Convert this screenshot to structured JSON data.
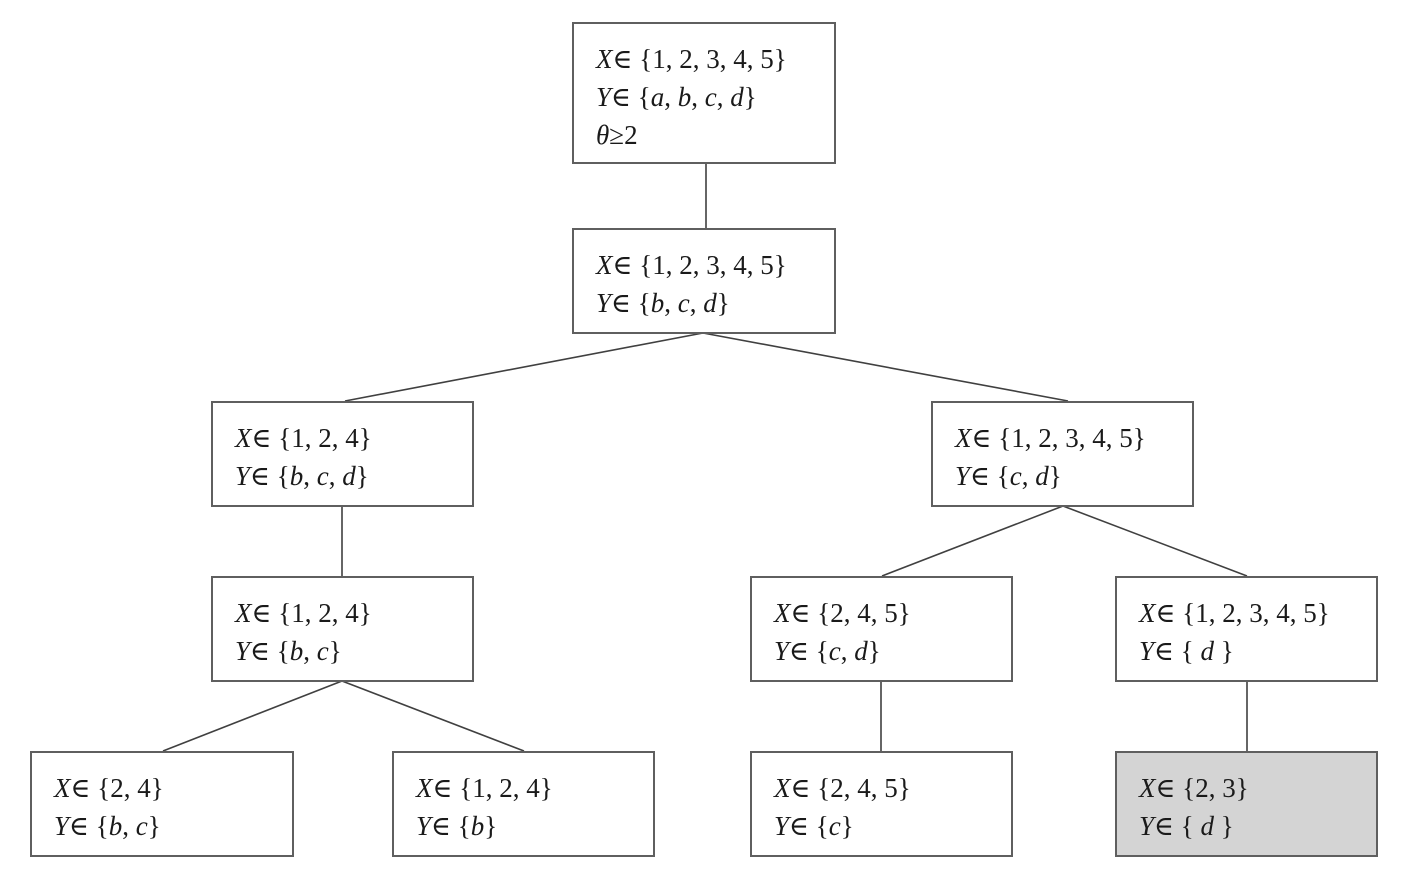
{
  "diagram": {
    "type": "tree",
    "nodes": [
      {
        "id": "n1",
        "lines": [
          "X∈ {1, 2, 3, 4, 5}",
          "Y∈ {a, b, c, d}",
          "θ≥2"
        ],
        "shaded": false
      },
      {
        "id": "n2",
        "lines": [
          "X∈ {1, 2, 3, 4, 5}",
          "Y∈ {b, c, d}"
        ],
        "shaded": false
      },
      {
        "id": "n3",
        "lines": [
          "X∈ {1, 2, 4}",
          "Y∈ {b, c, d}"
        ],
        "shaded": false
      },
      {
        "id": "n4",
        "lines": [
          "X∈ {1, 2, 3, 4, 5}",
          "Y∈ {c, d}"
        ],
        "shaded": false
      },
      {
        "id": "n5",
        "lines": [
          "X∈ {1, 2, 4}",
          "Y∈ {b, c}"
        ],
        "shaded": false
      },
      {
        "id": "n6",
        "lines": [
          "X∈ {2, 4, 5}",
          "Y∈ {c, d}"
        ],
        "shaded": false
      },
      {
        "id": "n7",
        "lines": [
          "X∈ {1, 2, 3, 4, 5}",
          "Y∈ { d }"
        ],
        "shaded": false
      },
      {
        "id": "n8",
        "lines": [
          "X∈ {2, 4}",
          "Y∈ {b, c}"
        ],
        "shaded": false
      },
      {
        "id": "n9",
        "lines": [
          "X∈ {1, 2, 4}",
          "Y∈ {b}"
        ],
        "shaded": false
      },
      {
        "id": "n10",
        "lines": [
          "X∈ {2, 4, 5}",
          "Y∈ {c}"
        ],
        "shaded": false
      },
      {
        "id": "n11",
        "lines": [
          "X∈ {2, 3}",
          "Y∈ { d }"
        ],
        "shaded": true
      }
    ],
    "edges": [
      [
        "n1",
        "n2"
      ],
      [
        "n2",
        "n3"
      ],
      [
        "n2",
        "n4"
      ],
      [
        "n3",
        "n5"
      ],
      [
        "n4",
        "n6"
      ],
      [
        "n4",
        "n7"
      ],
      [
        "n5",
        "n8"
      ],
      [
        "n5",
        "n9"
      ],
      [
        "n6",
        "n10"
      ],
      [
        "n7",
        "n11"
      ]
    ],
    "colors": {
      "border": "#5f5f5f",
      "edge": "#404040",
      "shaded_fill": "#d4d4d4",
      "text": "#1a1a1a"
    }
  }
}
